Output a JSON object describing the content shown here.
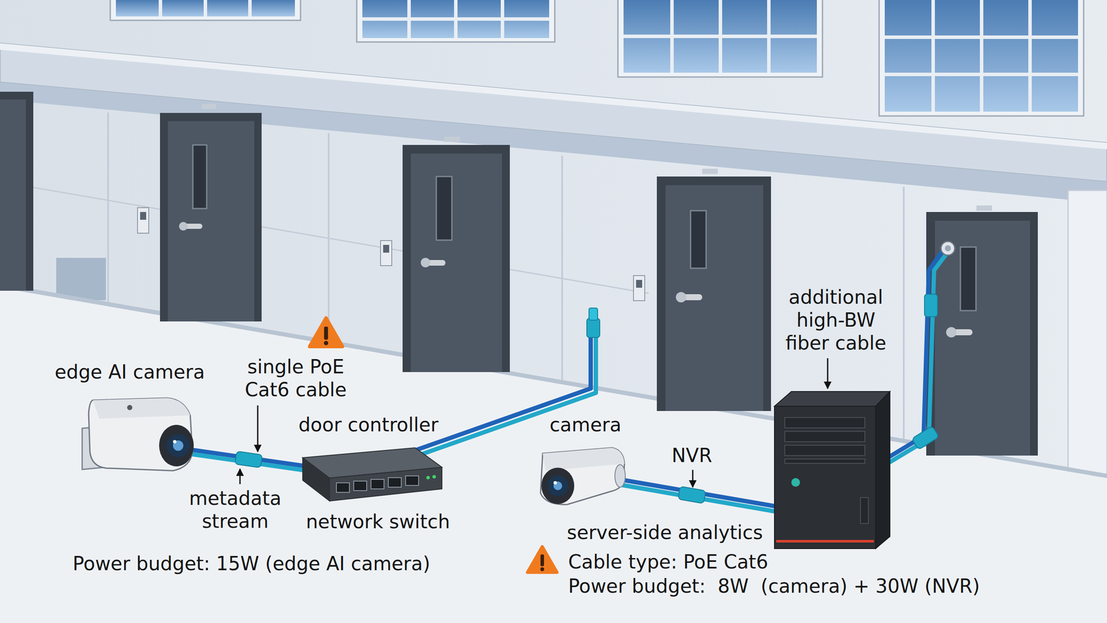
{
  "diagram": {
    "labels": [
      "edge AI camera",
      "single PoE Cat6 cable",
      "door controller",
      "additional high-BW fiber cable",
      "camera",
      "NVR",
      "metadata stream",
      "network switch",
      "server-side analytics",
      "Power budget: 15W (edge AI camera)",
      "Cable type: PoE Cat6",
      "Power budget:  8W  (camera) + 30W (NVR)"
    ]
  }
}
